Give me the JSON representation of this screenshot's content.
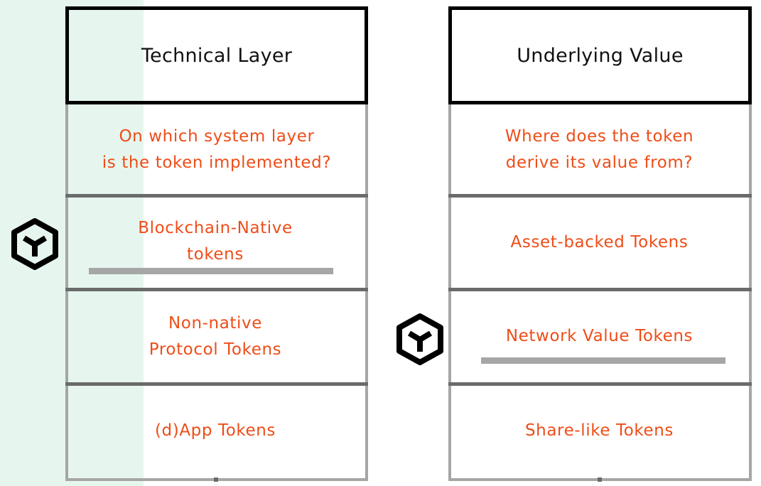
{
  "left_column": {
    "header": "Technical Layer",
    "question": "On which system layer\nis the token implemented?",
    "rows": [
      "Blockchain-Native\ntokens",
      "Non-native\nProtocol Tokens",
      "(d)App Tokens"
    ]
  },
  "right_column": {
    "header": "Underlying Value",
    "question": "Where does the token\nderive its value from?",
    "rows": [
      "Asset-backed Tokens",
      "Network Value Tokens",
      "Share-like Tokens"
    ]
  },
  "icons": [
    "cube-logo-icon",
    "cube-logo-icon"
  ],
  "colors": {
    "accent": "#ee4d18",
    "border": "#000000",
    "frame": "#a6a6a6",
    "divider": "#6b6b6b",
    "band": "#e6f6ef"
  }
}
